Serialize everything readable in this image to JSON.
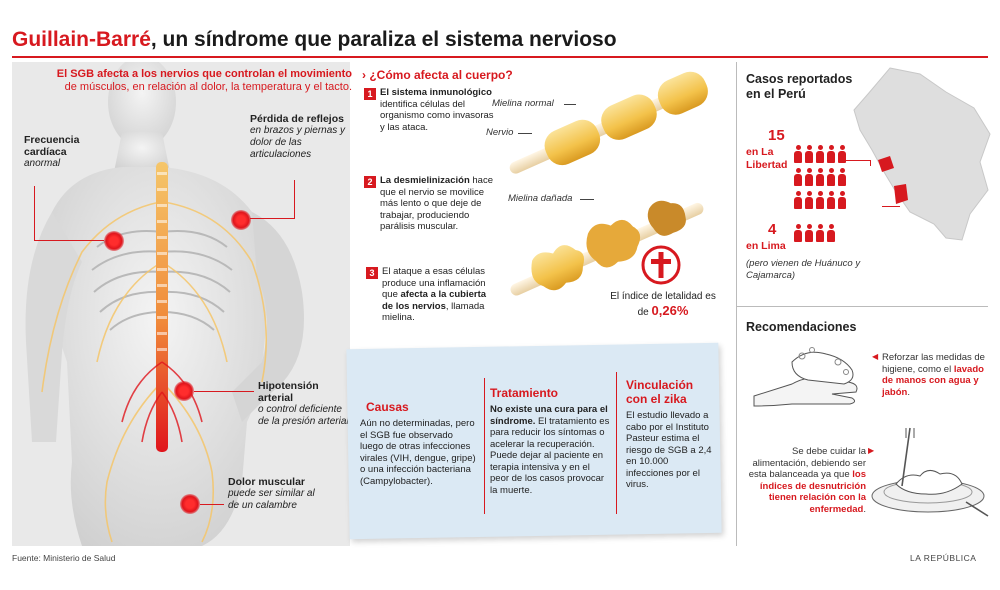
{
  "title": {
    "prefix": "Guillain-Barré",
    "rest": ", un síndrome que paraliza el sistema nervioso"
  },
  "intro": {
    "headline": "El SGB afecta a los nervios que controlan el movimiento",
    "sub": "de músculos, en relación al dolor, la temperatura y el tacto."
  },
  "body_labels": {
    "heart": {
      "title": "Frecuencia cardíaca",
      "desc": "anormal"
    },
    "reflex": {
      "title": "Pérdida de reflejos",
      "desc": "en brazos y piernas y dolor de las articulaciones"
    },
    "hypo": {
      "title": "Hipotensión arterial",
      "desc": "o control deficiente de la presión arterial"
    },
    "pain": {
      "title": "Dolor muscular",
      "desc": "puede ser similar al de un calambre"
    }
  },
  "how": {
    "heading": "¿Cómo afecta al cuerpo?",
    "steps": [
      {
        "num": "1",
        "bold": "El sistema inmunológico",
        "text": "identifica células del organismo como invasoras y las ataca."
      },
      {
        "num": "2",
        "bold": "La desmielinización",
        "text": "hace que el nervio se movilice  más lento o que deje de trabajar, produciendo parálisis muscular."
      },
      {
        "num": "3",
        "pre": "El ataque a esas células produce una inflamación que ",
        "bold": "afecta a la cubierta de los nervios",
        "post": ", llamada mielina."
      }
    ],
    "labels": {
      "myelin_normal": "Mielina normal",
      "nerve": "Nervio",
      "myelin_damaged": "Mielina dañada"
    },
    "lethality": {
      "text": "El índice de letalidad es de",
      "value": "0,26%"
    }
  },
  "cases": {
    "heading": "Casos reportados en el Perú",
    "libertad": {
      "count": "15",
      "region": "en La Libertad",
      "figures": 15
    },
    "lima": {
      "count": "4",
      "region": "en Lima",
      "figures": 4,
      "note": "(pero vienen de Huánuco y Cajamarca)"
    }
  },
  "recommendations": {
    "heading": "Recomendaciones",
    "items": [
      {
        "pre": "Reforzar las medidas de higiene, como el ",
        "highlight": "lavado de manos con agua y jabón",
        "post": "."
      },
      {
        "pre": "Se debe cuidar la alimentación, debiendo ser esta balanceada ya que ",
        "highlight": "los índices de desnutrición tienen relación con la enfermedad",
        "post": "."
      }
    ]
  },
  "card": {
    "causes": {
      "heading": "Causas",
      "text": "Aún no determinadas, pero el SGB fue observado luego de otras infecciones virales (VIH, dengue, gripe) o una infección bacteriana (Campylobacter)."
    },
    "treatment": {
      "heading": "Tratamiento",
      "bold": "No existe una cura para el síndrome.",
      "text": "El tratamiento es para reducir los síntomas o acelerar la recuperación. Puede dejar al paciente en terapia intensiva y en el peor de los casos provocar la muerte."
    },
    "zika": {
      "heading": "Vinculación con el zika",
      "text": "El estudio llevado a cabo por el Instituto Pasteur estima el riesgo de SGB a 2,4 en 10.000 infecciones por el virus."
    }
  },
  "footer": {
    "source": "Fuente: Ministerio de Salud",
    "brand": "LA REPÚBLICA"
  },
  "colors": {
    "accent": "#d7191f",
    "card": "#dbe9f4",
    "panel": "#e9e9e9",
    "myelin": "#f3c24a"
  }
}
